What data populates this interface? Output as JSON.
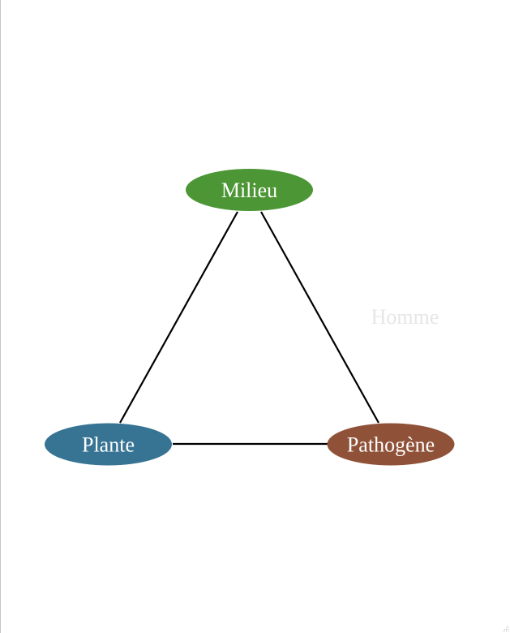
{
  "diagram": {
    "nodes": {
      "milieu": {
        "label": "Milieu",
        "color": "#4c9635"
      },
      "plante": {
        "label": "Plante",
        "color": "#377494"
      },
      "pathogene": {
        "label": "Pathogène",
        "color": "#8f5238"
      }
    },
    "edges": [
      {
        "from": "Milieu",
        "to": "Plante"
      },
      {
        "from": "Milieu",
        "to": "Pathogène"
      },
      {
        "from": "Plante",
        "to": "Pathogène"
      }
    ],
    "faint_label": {
      "text": "Homme",
      "color": "#e6e6e6"
    }
  }
}
